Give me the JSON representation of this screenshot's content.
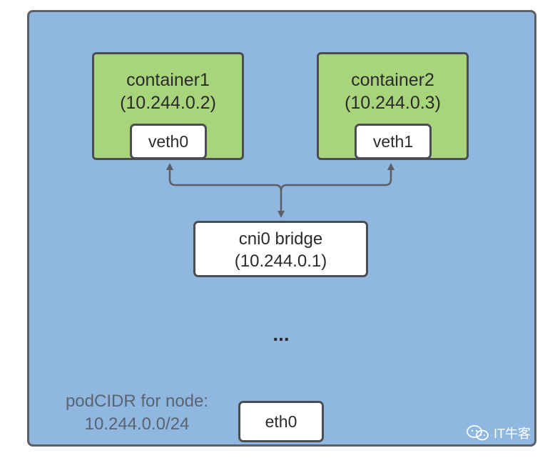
{
  "node": {
    "containers": [
      {
        "name": "container1",
        "ip": "(10.244.0.2)",
        "iface": "veth0"
      },
      {
        "name": "container2",
        "ip": "(10.244.0.3)",
        "iface": "veth1"
      }
    ],
    "bridge": {
      "name": "cni0 bridge",
      "ip": "(10.244.0.1)"
    },
    "ellipsis": "...",
    "podcidr": {
      "line1": "podCIDR for node:",
      "line2": "10.244.0.0/24"
    },
    "host_iface": "eth0"
  },
  "watermark": "IT牛客",
  "colors": {
    "node_bg": "#8fb7df",
    "container_bg": "#a8d57c",
    "box_bg": "#ffffff",
    "border": "#4a4d52"
  },
  "icons": {
    "watermark": "wechat-icon"
  }
}
